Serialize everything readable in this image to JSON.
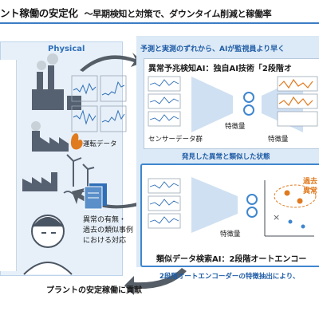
{
  "header": {
    "title": "ント稼働の安定化",
    "subtitle": "〜早期検知と対策で、ダウンタイム削減と稼働率"
  },
  "physical": {
    "label": "Physical"
  },
  "middle": {
    "operation_data_label": "運転データ",
    "case_lines": [
      "異常の有無・",
      "過去の類似事例",
      "における対応"
    ]
  },
  "ai": {
    "monitor_text": "予測と実測のずれから、AIが監視員より早く",
    "detection_title": "異常予兆検知AI：独自AI技術「2段階オ",
    "sensor_group_label": "センサーデータ群",
    "feature_label": "特徴量",
    "feature_label_2": "特徴量",
    "similar_text": "発見した異常と類似した状態",
    "search_title": "類似データ検索AI：2段階オートエンコー",
    "bottom_blue_text": "2段階オートエンコーダーの特徴抽出により、",
    "orange_tags": [
      "過去",
      "異常"
    ]
  },
  "footer": {
    "contribution_text": "プラントの安定稼働に貢献"
  },
  "colors": {
    "accent_blue": "#3f86cf",
    "panel_light": "#e7f0f9",
    "panel_ai": "#dce9f6",
    "signal_orange": "#e07a1f",
    "line_blue": "#2f6fb7"
  }
}
